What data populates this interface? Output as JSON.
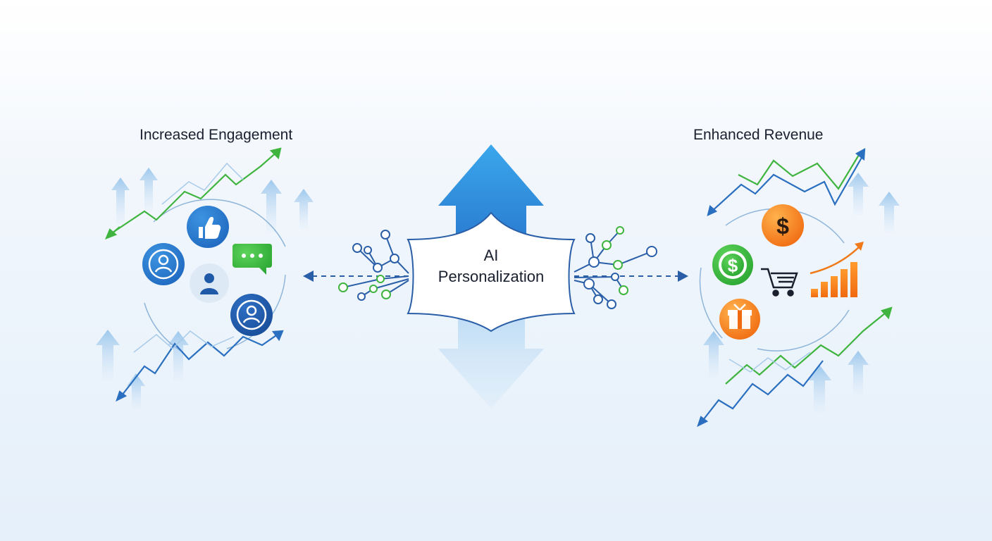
{
  "diagram": {
    "center_label_line1": "AI",
    "center_label_line2": "Personalization",
    "left_title": "Increased Engagement",
    "right_title": "Enhanced Revenue"
  },
  "icons": {
    "left": [
      "like-icon",
      "chat-icon",
      "user-avatar-icon",
      "user-avatar-icon",
      "user-avatar-icon"
    ],
    "right": [
      "dollar-coin-icon",
      "dollar-coin-icon",
      "shopping-cart-icon",
      "gift-box-icon",
      "bar-chart-growth-icon"
    ]
  },
  "colors": {
    "primary_blue": "#2f86d6",
    "dark_blue": "#1e5aa8",
    "green": "#3fb43f",
    "orange": "#f07a1a",
    "text": "#1a1f2e"
  }
}
